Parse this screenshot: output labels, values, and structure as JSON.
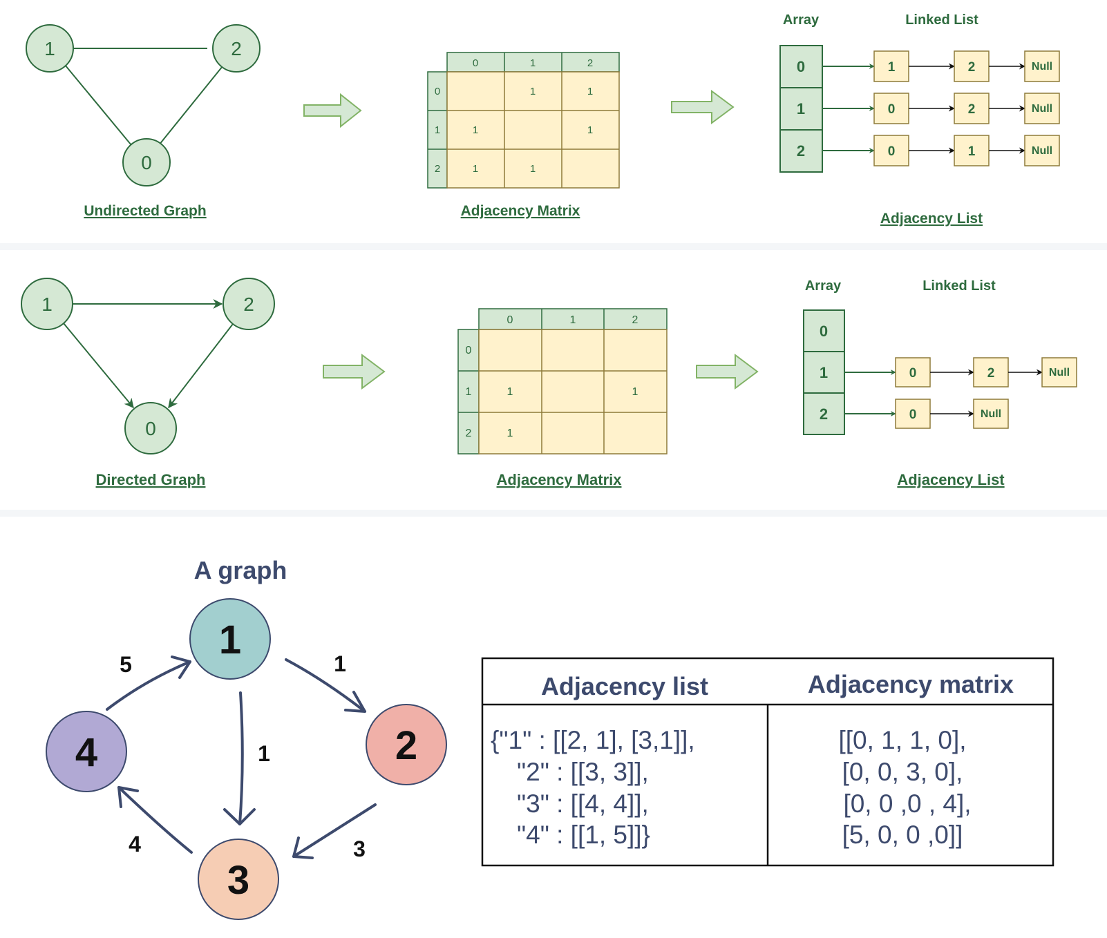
{
  "colors": {
    "green_dark": "#2e6b3e",
    "green_fill": "#d5e8d4",
    "green_stroke": "#82b366",
    "cell_fill": "#fff2cc",
    "cell_stroke": "#8d7a3a",
    "navy": "#3d4a6d",
    "teal_node": "#a2cfcf",
    "coral_node": "#f0b0a8",
    "peach_node": "#f6cdb4",
    "lavender_node": "#b1a9d4"
  },
  "undirected": {
    "nodes": [
      "1",
      "2",
      "0"
    ],
    "caption": "Undirected Graph",
    "matrix": {
      "col_headers": [
        "0",
        "1",
        "2"
      ],
      "row_headers": [
        "0",
        "1",
        "2"
      ],
      "rows": [
        [
          "",
          "1",
          "1"
        ],
        [
          "1",
          "",
          "1"
        ],
        [
          "1",
          "1",
          ""
        ]
      ],
      "caption": "Adjacency Matrix"
    },
    "list": {
      "array_label": "Array",
      "linked_label": "Linked List",
      "array": [
        "0",
        "1",
        "2"
      ],
      "rows": [
        [
          "1",
          "2",
          "Null"
        ],
        [
          "0",
          "2",
          "Null"
        ],
        [
          "0",
          "1",
          "Null"
        ]
      ],
      "caption": "Adjacency List"
    }
  },
  "directed": {
    "nodes": [
      "1",
      "2",
      "0"
    ],
    "caption": "Directed Graph",
    "matrix": {
      "col_headers": [
        "0",
        "1",
        "2"
      ],
      "row_headers": [
        "0",
        "1",
        "2"
      ],
      "rows": [
        [
          "",
          "",
          ""
        ],
        [
          "1",
          "",
          "1"
        ],
        [
          "1",
          "",
          ""
        ]
      ],
      "caption": "Adjacency Matrix"
    },
    "list": {
      "array_label": "Array",
      "linked_label": "Linked List",
      "array": [
        "0",
        "1",
        "2"
      ],
      "rows": [
        [],
        [
          "0",
          "2",
          "Null"
        ],
        [
          "0",
          "Null"
        ]
      ],
      "caption": "Adjacency List"
    }
  },
  "weighted": {
    "title": "A graph",
    "nodes": [
      "1",
      "2",
      "3",
      "4"
    ],
    "weights": {
      "e_1_2": "1",
      "e_1_3": "1",
      "e_2_3": "3",
      "e_3_4": "4",
      "e_4_1": "5"
    },
    "table": {
      "list_header": "Adjacency list",
      "matrix_header": "Adjacency matrix",
      "list_lines": [
        "{\"1\" : [[2, 1], [3,1]],",
        "\"2\" : [[3, 3]],",
        "\"3\" : [[4, 4]],",
        "\"4\" : [[1, 5]]}"
      ],
      "matrix_lines": [
        "[[0, 1, 1, 0],",
        "[0, 0, 3, 0],",
        "[0, 0 ,0 , 4],",
        "[5, 0, 0 ,0]]"
      ]
    }
  }
}
